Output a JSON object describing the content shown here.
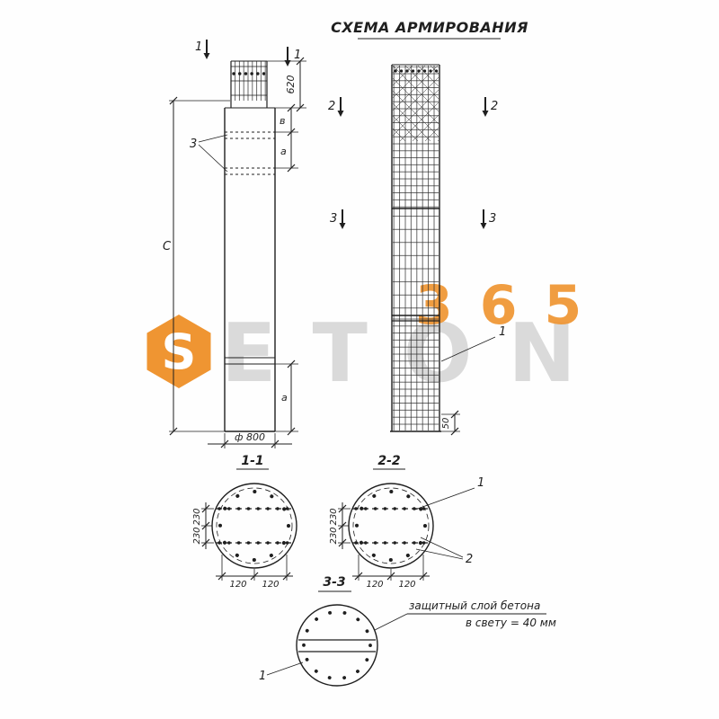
{
  "colors": {
    "ink": "#1f1f1f",
    "watermark_gray": "#dadada",
    "watermark_orange": "#ef9532"
  },
  "title": "СХЕМА АРМИРОВАНИЯ",
  "watermark": {
    "logo_letter": "S",
    "word": "ETON",
    "number": "365"
  },
  "elevation": {
    "mark_1_left": "1",
    "mark_1_right": "1",
    "callout_3": "3",
    "dim_620": "620",
    "dim_v": "в",
    "dim_a_top": "а",
    "dim_a_bottom": "а",
    "dim_length": "С",
    "dim_diameter": "ф 800"
  },
  "cage": {
    "mark_2_left": "2",
    "mark_2_right": "2",
    "mark_3_left": "3",
    "mark_3_right": "3",
    "callout_1": "1",
    "dim_50": "50"
  },
  "section_1_1": {
    "title": "1-1",
    "dim_left_top": "230",
    "dim_left_bottom": "230",
    "dim_bottom_left": "120",
    "dim_bottom_right": "120"
  },
  "section_2_2": {
    "title": "2-2",
    "callout_1": "1",
    "callout_2": "2",
    "dim_left_top": "230",
    "dim_left_bottom": "230",
    "dim_bottom_left": "120",
    "dim_bottom_right": "120"
  },
  "section_3_3": {
    "title": "3-3",
    "callout_1": "1",
    "note_line1": "защитный слой бетона",
    "note_line2": "в свету = 40 мм"
  }
}
